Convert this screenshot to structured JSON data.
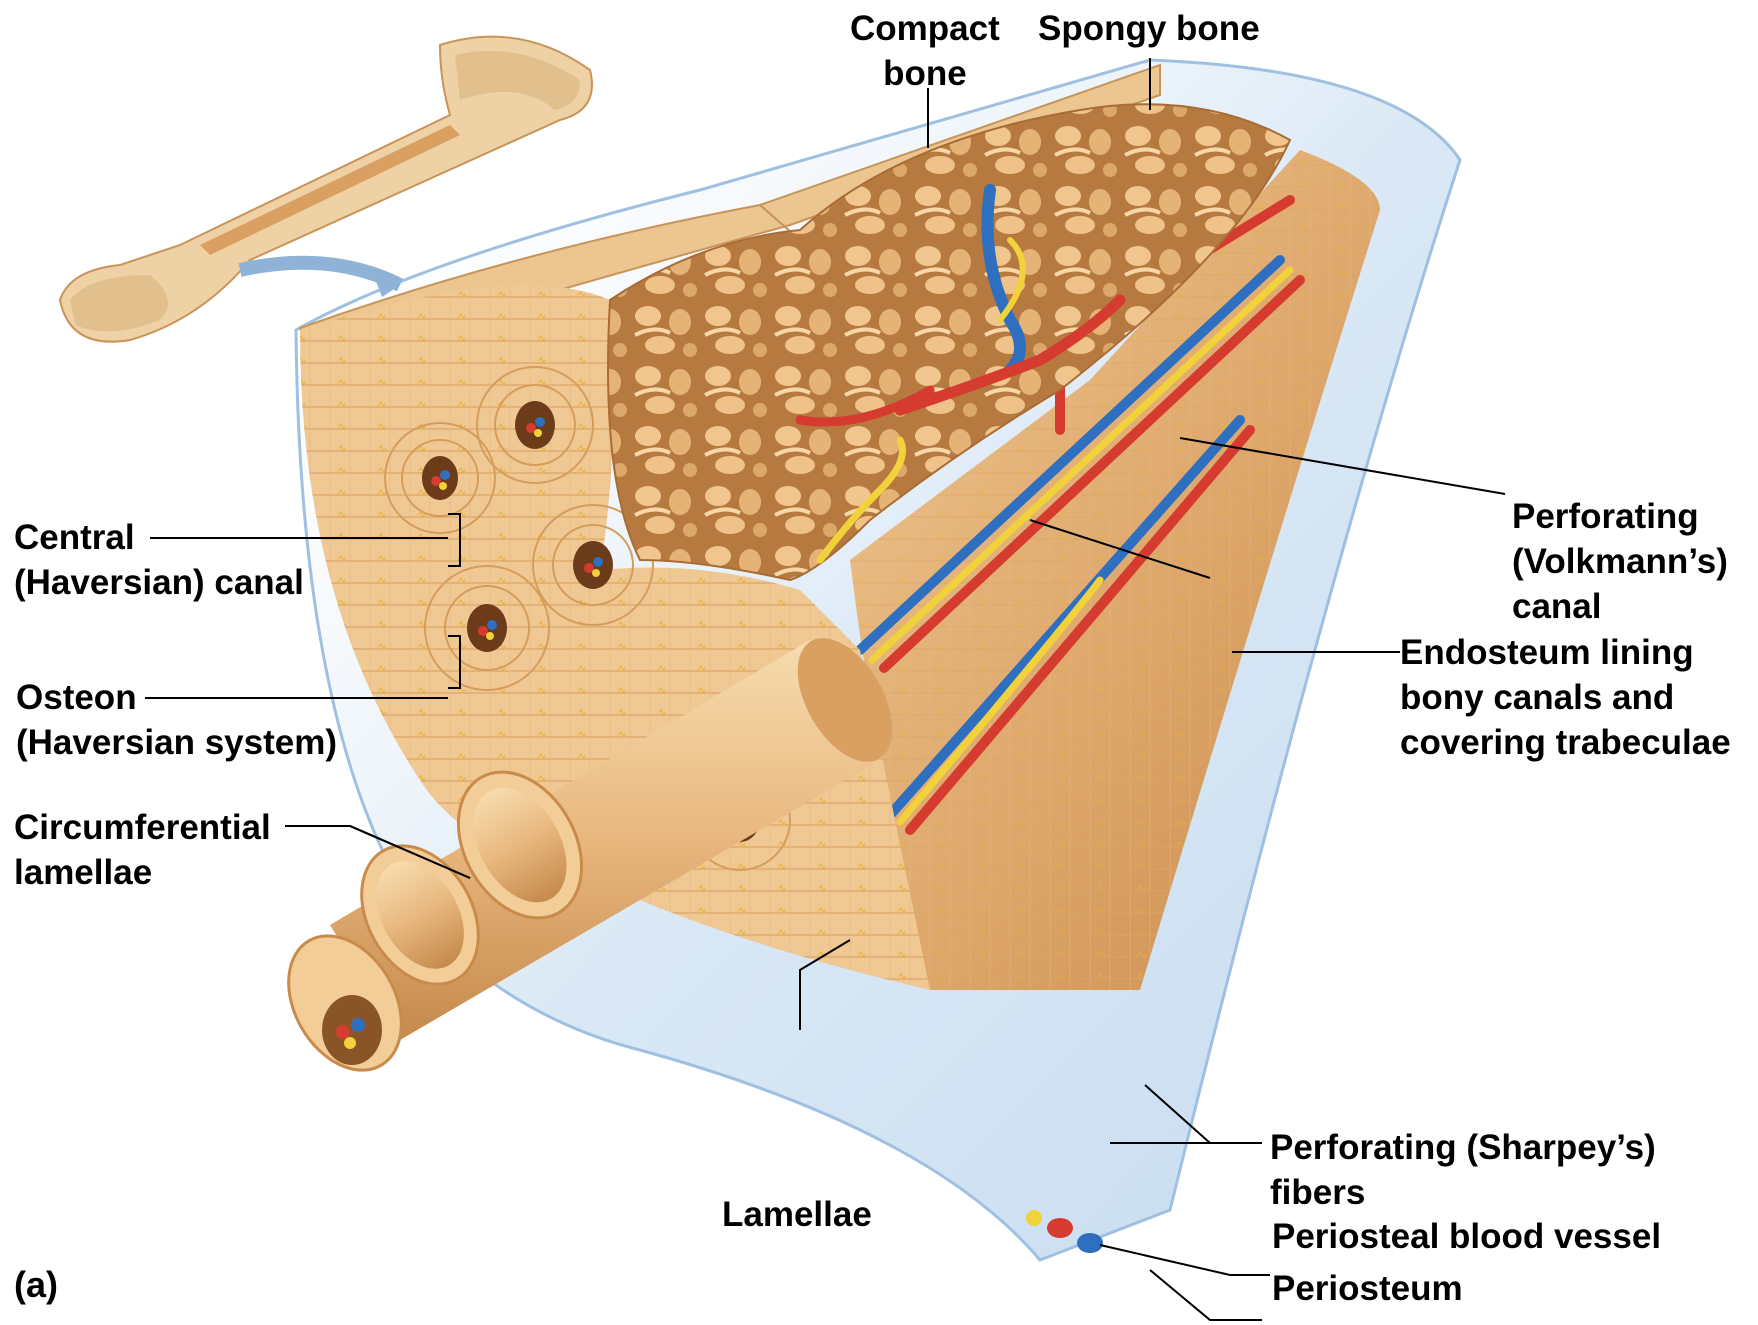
{
  "panel_label": "(a)",
  "labels": {
    "compact_bone": [
      "Compact",
      "bone"
    ],
    "spongy_bone": "Spongy bone",
    "perforating_canal": [
      "Perforating",
      "(Volkmann’s)",
      "canal"
    ],
    "endosteum": [
      "Endosteum lining",
      "bony canals and",
      "covering trabeculae"
    ],
    "central_canal": [
      "Central",
      "(Haversian) canal"
    ],
    "osteon": [
      "Osteon",
      "(Haversian system)"
    ],
    "circumferential_lamellae": [
      "Circumferential",
      "lamellae"
    ],
    "lamellae": "Lamellae",
    "sharpeys_fibers": [
      "Perforating (Sharpey’s)",
      "fibers"
    ],
    "periosteal_blood_vessel": "Periosteal blood vessel",
    "periosteum": "Periosteum"
  },
  "colors": {
    "bone_light": "#f3d3a1",
    "bone_mid": "#e2ae70",
    "bone_dark": "#c98b4c",
    "spongy_bone": "#d9a062",
    "artery": "#d63b2f",
    "vein": "#2f6fc0",
    "nerve": "#f2d23a",
    "periosteum": "#d9e8f5",
    "leader_line": "#000000"
  }
}
